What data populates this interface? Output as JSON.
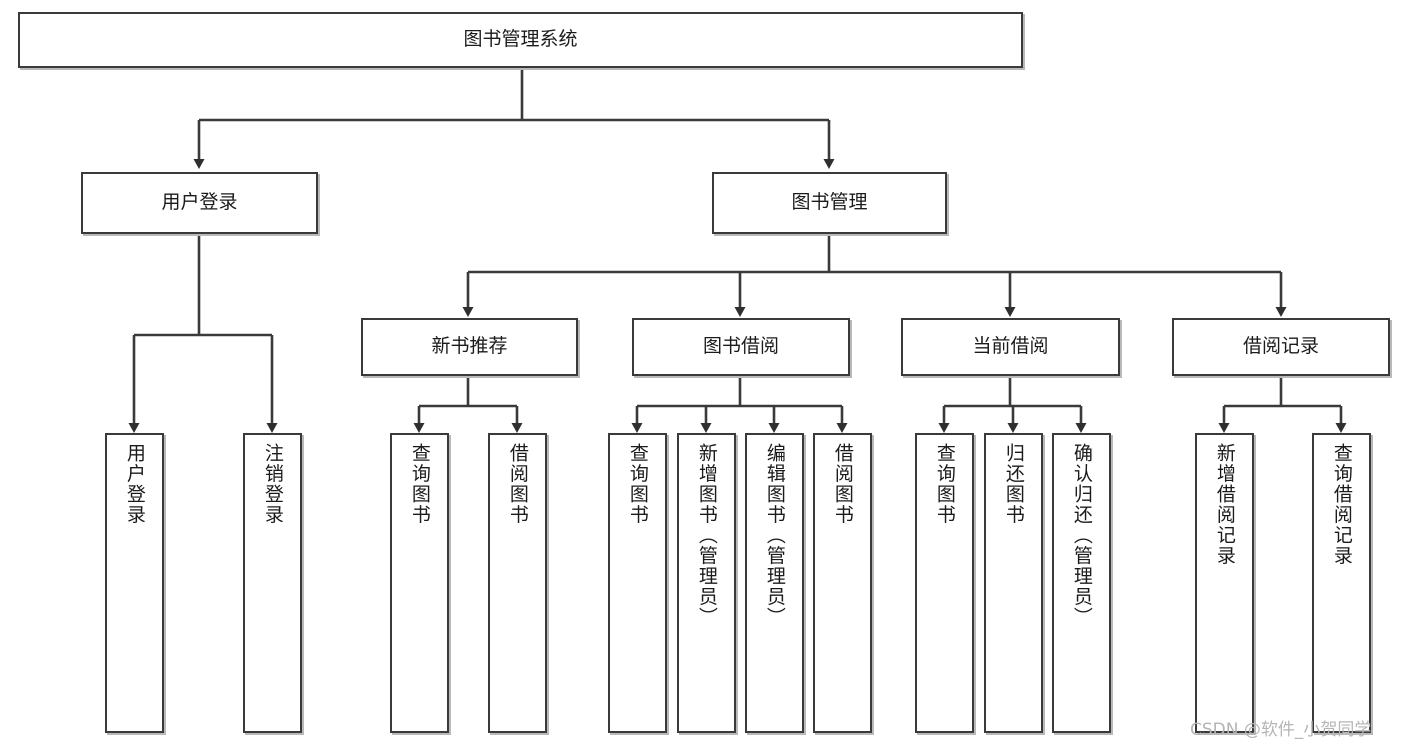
{
  "diagram": {
    "title": "图书管理系统",
    "type": "hierarchy-tree",
    "root": {
      "label": "图书管理系统"
    },
    "level2": [
      {
        "label": "用户登录"
      },
      {
        "label": "图书管理"
      }
    ],
    "level3": [
      {
        "label": "新书推荐"
      },
      {
        "label": "图书借阅"
      },
      {
        "label": "当前借阅"
      },
      {
        "label": "借阅记录"
      }
    ],
    "leaves": {
      "user_login": [
        {
          "label": "用户登录"
        },
        {
          "label": "注销登录"
        }
      ],
      "new_book": [
        {
          "label": "查询图书"
        },
        {
          "label": "借阅图书"
        }
      ],
      "book_borrow": [
        {
          "label": "查询图书"
        },
        {
          "label": "新增图书（管理员）"
        },
        {
          "label": "编辑图书（管理员）"
        },
        {
          "label": "借阅图书"
        }
      ],
      "current_borrow": [
        {
          "label": "查询图书"
        },
        {
          "label": "归还图书"
        },
        {
          "label": "确认归还（管理员）"
        }
      ],
      "borrow_record": [
        {
          "label": "新增借阅记录"
        },
        {
          "label": "查询借阅记录"
        }
      ]
    }
  },
  "watermark": {
    "text": "CSDN @软件_小贺同学"
  },
  "colors": {
    "stroke": "#3a3a3a",
    "fill": "#ffffff",
    "text": "#1b1b1b",
    "watermark": "#b5b5b5"
  }
}
